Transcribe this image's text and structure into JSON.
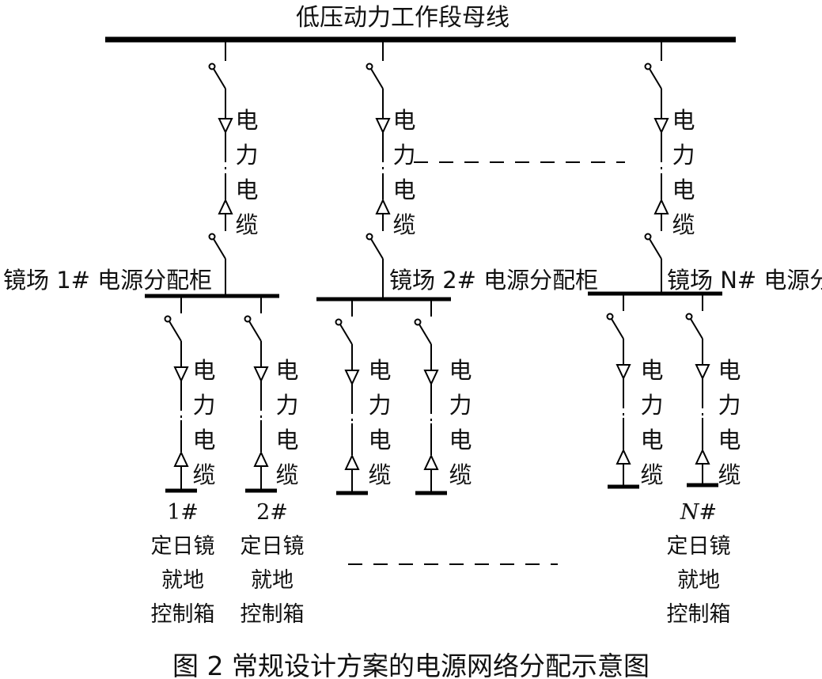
{
  "bus_label": "低压动力工作段母线",
  "cable_label": [
    "电",
    "力",
    "电",
    "缆"
  ],
  "cabinets": {
    "c1": "镜场 1# 电源分配柜",
    "c2": "镜场 2# 电源分配柜",
    "cn": "镜场 N# 电源分"
  },
  "boxes": {
    "b1_num": "1#",
    "b2_num": "2#",
    "bn_num": "N#",
    "lines": [
      "定日镜",
      "就地",
      "控制箱"
    ]
  },
  "caption": "图 2  常规设计方案的电源网络分配示意图",
  "colors": {
    "line": "#000000",
    "text": "#111111"
  }
}
